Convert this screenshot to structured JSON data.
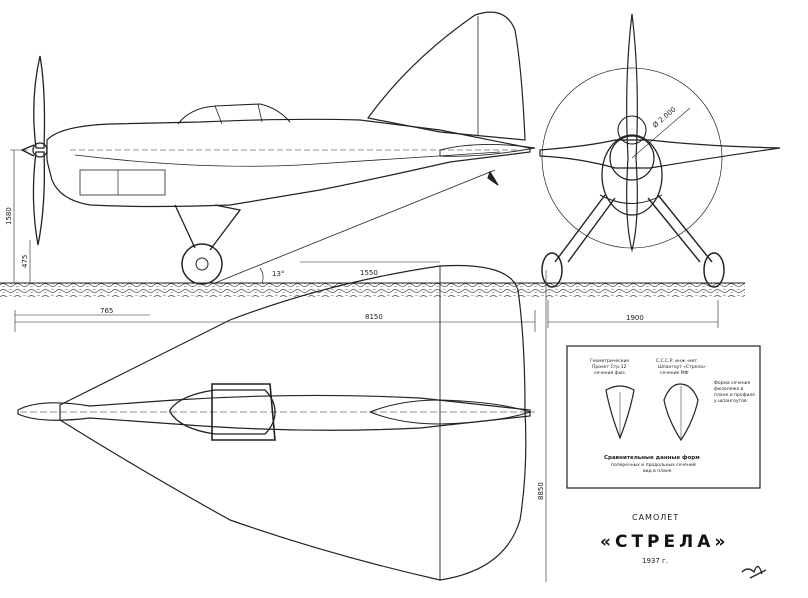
{
  "title": {
    "label": "САМОЛЕТ",
    "name": "«СТРЕЛА»",
    "year": "1937 г."
  },
  "dimensions": {
    "length": "8150",
    "span": "8850",
    "height": "1580",
    "prop_height": "475",
    "track": "1900",
    "prop_diameter": "Ø 2.000",
    "wing_chord": "1550",
    "nose": "765",
    "incidence": "13°"
  },
  "legend": {
    "left_heading_1": "Геометрические",
    "left_heading_2": "Проект Стр-12",
    "left_heading_3": "сечения фюз.",
    "right_heading_1": "С.С.С.Р. инж.-мет.",
    "right_heading_2": "Шпангоут «Стрела»",
    "right_heading_3": "сечение МФ",
    "right_note_1": "Форма сечения",
    "right_note_2": "фюзеляжа в",
    "right_note_3": "плане и профиле",
    "right_note_4": "у шпангоутов",
    "caption_1": "Сравнительные данные форм",
    "caption_2": "поперечных и продольных сечений",
    "caption_3": "вид в плане"
  }
}
